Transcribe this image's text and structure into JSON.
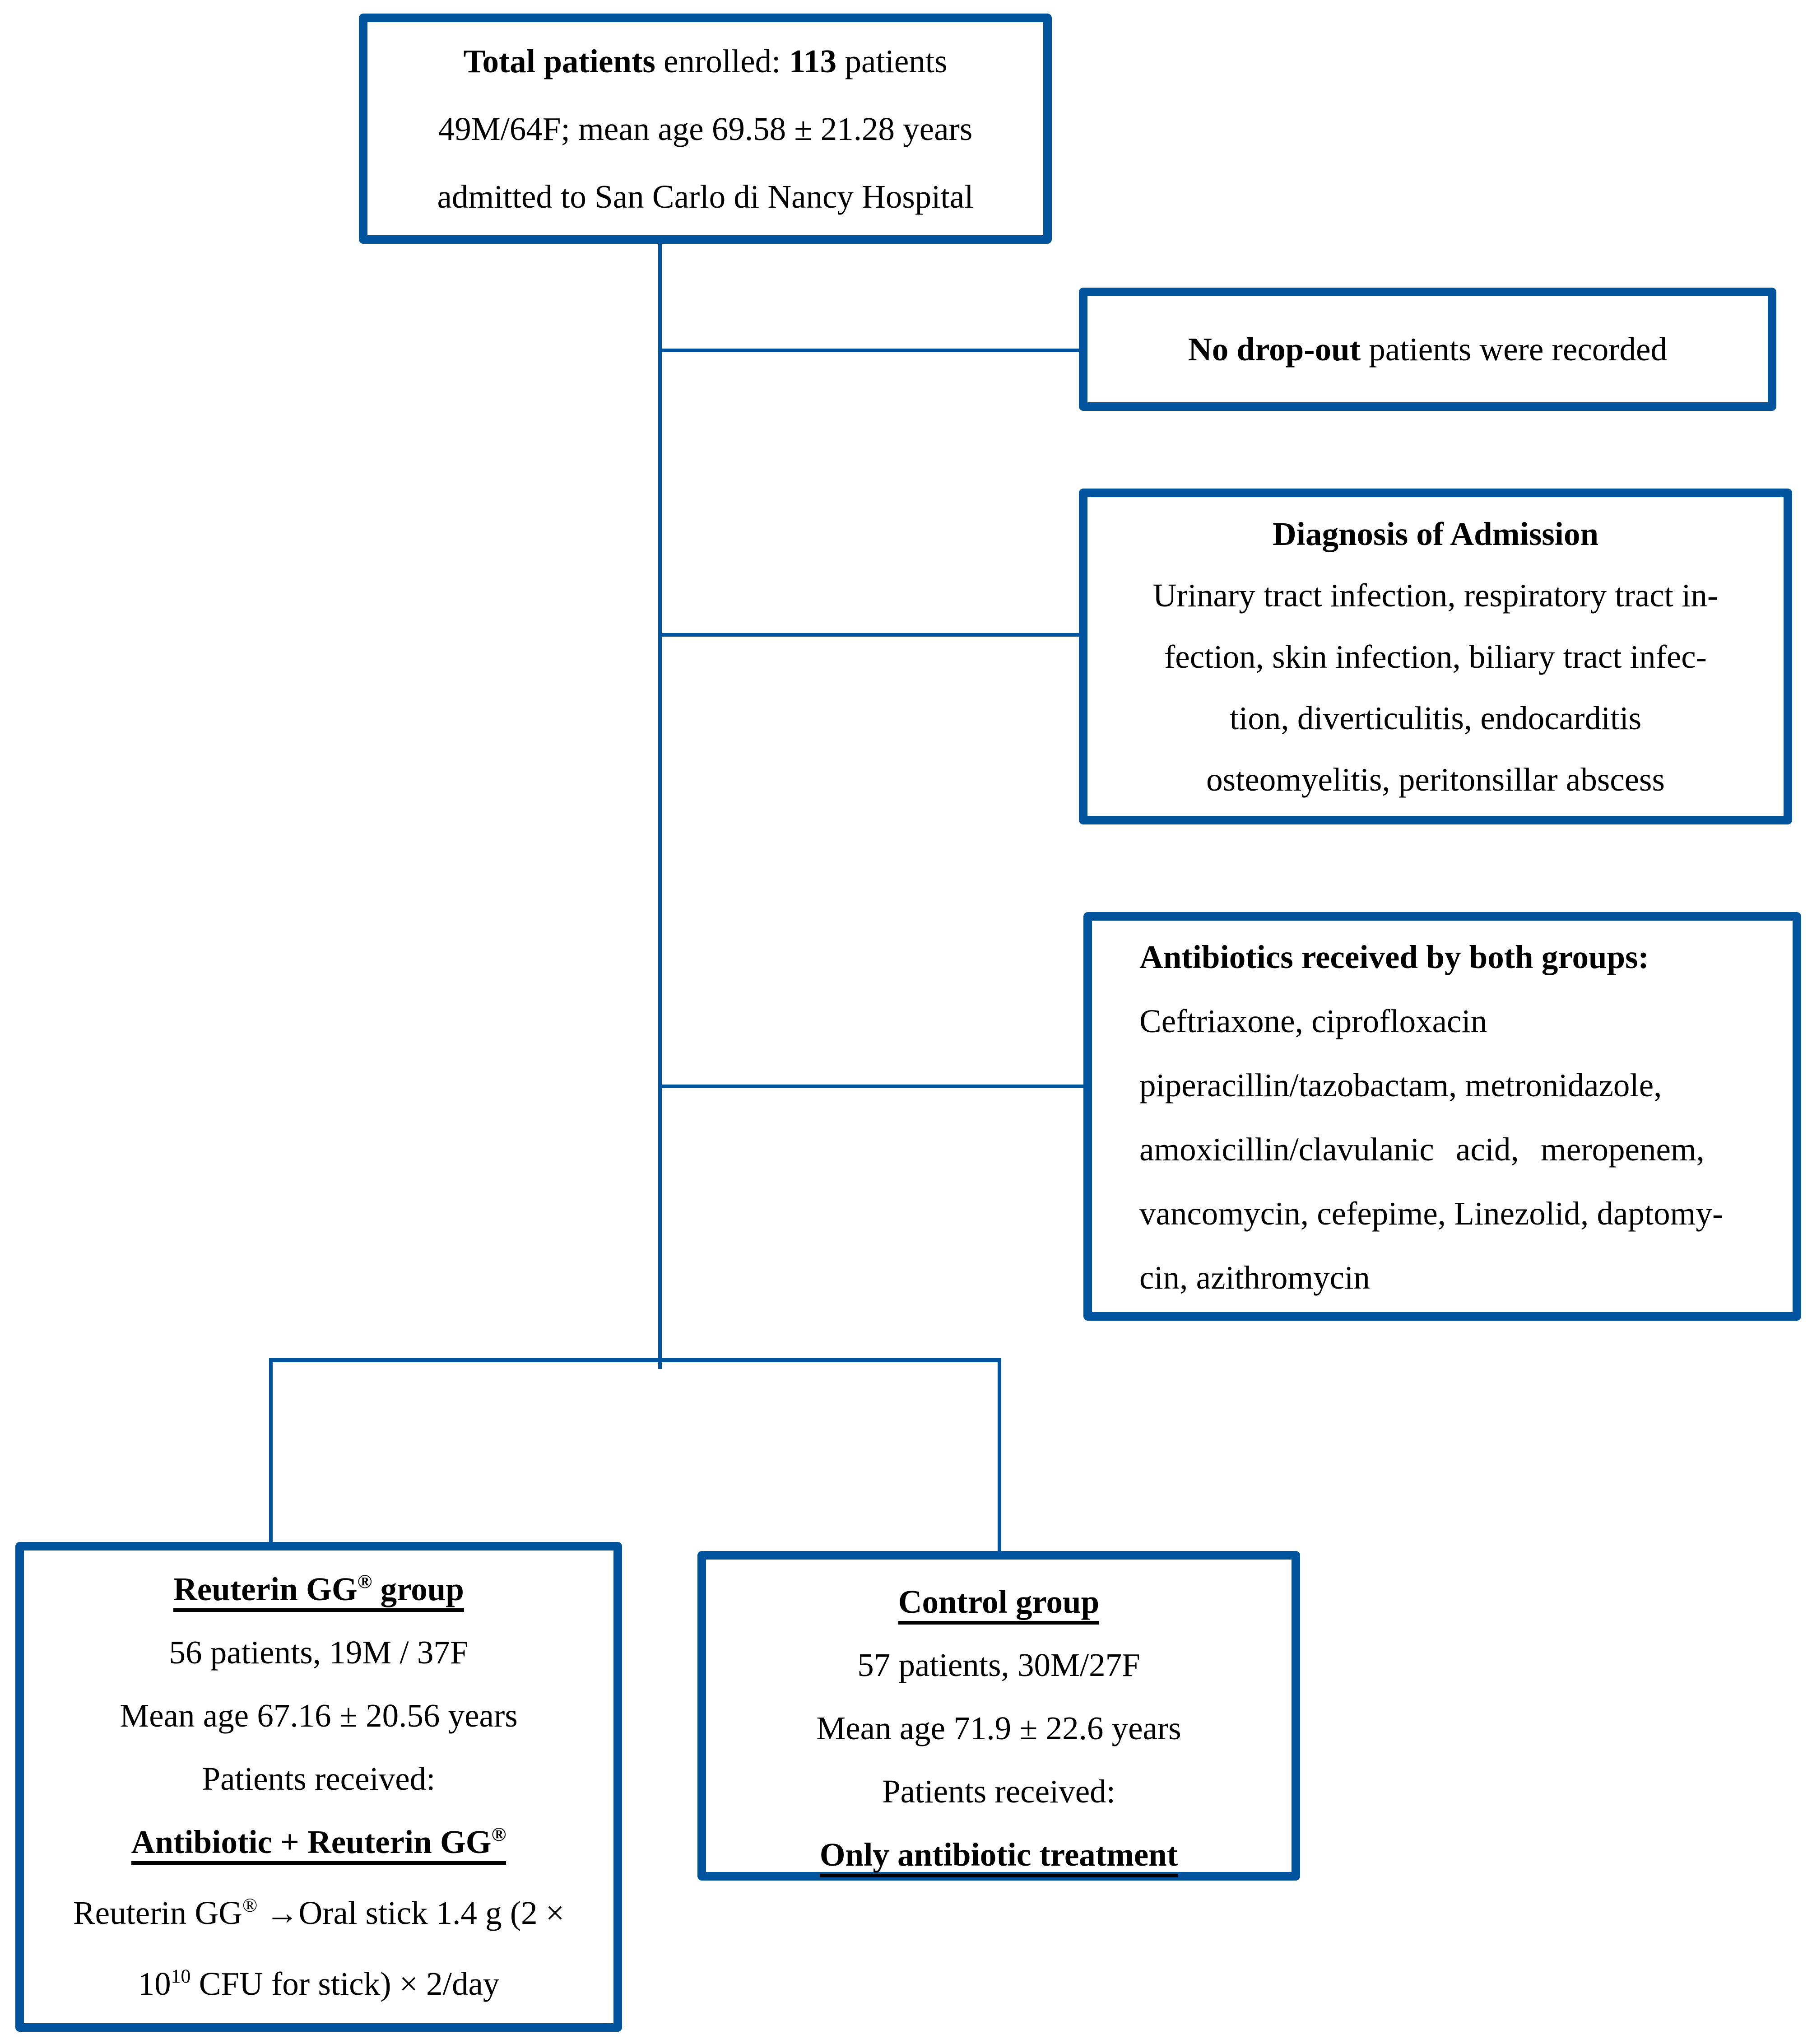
{
  "page": {
    "accent_color": "#00549E",
    "text_color": "#000000",
    "background_color": "#ffffff"
  },
  "boxes": {
    "total": {
      "lines": [
        {
          "segments": [
            {
              "t": "Total patients",
              "b": true
            },
            {
              "t": " enrolled: "
            },
            {
              "t": "113",
              "b": true
            },
            {
              "t": " patients"
            }
          ]
        },
        {
          "segments": [
            {
              "t": "49M/64F; mean age 69.58 ± 21.28 years"
            }
          ]
        },
        {
          "segments": [
            {
              "t": "admitted to San Carlo di Nancy Hospital"
            }
          ]
        }
      ]
    },
    "dropout": {
      "lines": [
        {
          "segments": [
            {
              "t": "No drop-out",
              "b": true
            },
            {
              "t": " patients were recorded"
            }
          ]
        }
      ]
    },
    "diagnosis": {
      "lines": [
        {
          "segments": [
            {
              "t": "Diagnosis of Admission",
              "b": true
            }
          ]
        },
        {
          "segments": [
            {
              "t": "Urinary tract infection, respiratory tract in-"
            }
          ]
        },
        {
          "segments": [
            {
              "t": "fection, skin infection, biliary tract infec-"
            }
          ]
        },
        {
          "segments": [
            {
              "t": "tion, diverticulitis, endocarditis"
            }
          ]
        },
        {
          "segments": [
            {
              "t": "osteomyelitis, peritonsillar abscess"
            }
          ]
        }
      ]
    },
    "antibiotics": {
      "lines": [
        {
          "segments": [
            {
              "t": "Antibiotics received by both groups:",
              "b": true
            }
          ]
        },
        {
          "segments": [
            {
              "t": "Ceftriaxone, ciprofloxacin"
            }
          ]
        },
        {
          "segments": [
            {
              "t": "piperacillin/tazobactam, metronidazole,"
            }
          ]
        },
        {
          "ws": 30,
          "segments": [
            {
              "t": "amoxicillin/clavulanic acid, meropenem,"
            }
          ]
        },
        {
          "segments": [
            {
              "t": "vancomycin, cefepime, Linezolid, daptomy-"
            }
          ]
        },
        {
          "segments": [
            {
              "t": "cin, azithromycin"
            }
          ]
        }
      ]
    },
    "reuterin": {
      "lines": [
        {
          "u": true,
          "segments": [
            {
              "t": "Reuterin GG",
              "b": true
            },
            {
              "t": "®",
              "b": true,
              "sup": true
            },
            {
              "t": " group",
              "b": true
            }
          ]
        },
        {
          "segments": [
            {
              "t": "56 patients, 19M / 37F"
            }
          ]
        },
        {
          "segments": [
            {
              "t": "Mean age 67.16 ± 20.56 years"
            }
          ]
        },
        {
          "segments": [
            {
              "t": "Patients received:"
            }
          ]
        },
        {
          "u": true,
          "segments": [
            {
              "t": "Antibiotic + Reuterin GG",
              "b": true
            },
            {
              "t": "®",
              "b": true,
              "sup": true
            }
          ]
        },
        {
          "segments": [
            {
              "t": "Reuterin GG"
            },
            {
              "t": "®",
              "sup": true
            },
            {
              "t": " →Oral stick 1.4 g (2 ×"
            }
          ]
        },
        {
          "segments": [
            {
              "t": "10"
            },
            {
              "t": "10",
              "sup": true
            },
            {
              "t": " CFU for stick) × 2/day"
            }
          ]
        }
      ]
    },
    "control": {
      "lines": [
        {
          "u": true,
          "segments": [
            {
              "t": "Control group",
              "b": true
            }
          ]
        },
        {
          "segments": [
            {
              "t": "57 patients, 30M/27F"
            }
          ]
        },
        {
          "segments": [
            {
              "t": "Mean age 71.9 ± 22.6 years"
            }
          ]
        },
        {
          "segments": [
            {
              "t": "Patients received:"
            }
          ]
        },
        {
          "u": true,
          "segments": [
            {
              "t": "Only antibiotic treatment",
              "b": true
            }
          ]
        }
      ]
    }
  }
}
